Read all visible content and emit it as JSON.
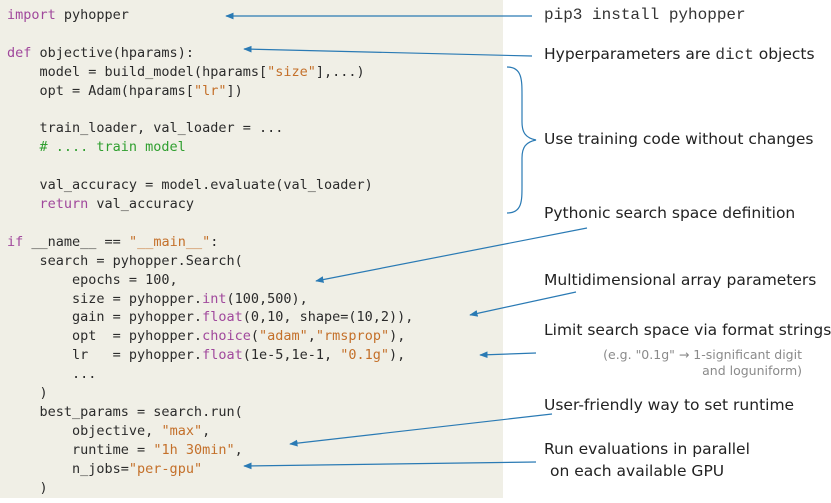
{
  "code_lines": [
    [
      {
        "t": "import",
        "s": "kw"
      },
      {
        "t": " pyhopper",
        "s": "pl"
      }
    ],
    [],
    [
      {
        "t": "def",
        "s": "kw"
      },
      {
        "t": " objective(hparams):",
        "s": "pl"
      }
    ],
    [
      {
        "t": "    model = build_model(hparams[",
        "s": "pl"
      },
      {
        "t": "\"size\"",
        "s": "str"
      },
      {
        "t": "],...)",
        "s": "pl"
      }
    ],
    [
      {
        "t": "    opt = Adam(hparams[",
        "s": "pl"
      },
      {
        "t": "\"lr\"",
        "s": "str"
      },
      {
        "t": "])",
        "s": "pl"
      }
    ],
    [],
    [
      {
        "t": "    train_loader, val_loader = ...",
        "s": "pl"
      }
    ],
    [
      {
        "t": "    # .... train model",
        "s": "cm"
      }
    ],
    [],
    [
      {
        "t": "    val_accuracy = model.evaluate(val_loader)",
        "s": "pl"
      }
    ],
    [
      {
        "t": "    ",
        "s": "pl"
      },
      {
        "t": "return",
        "s": "kw"
      },
      {
        "t": " val_accuracy",
        "s": "pl"
      }
    ],
    [],
    [
      {
        "t": "if",
        "s": "kw"
      },
      {
        "t": " __name__ == ",
        "s": "pl"
      },
      {
        "t": "\"__main__\"",
        "s": "str"
      },
      {
        "t": ":",
        "s": "pl"
      }
    ],
    [
      {
        "t": "    search = pyhopper.Search(",
        "s": "pl"
      }
    ],
    [
      {
        "t": "        epochs = 100,",
        "s": "pl"
      }
    ],
    [
      {
        "t": "        size = pyhopper.",
        "s": "pl"
      },
      {
        "t": "int",
        "s": "kw"
      },
      {
        "t": "(100,500),",
        "s": "pl"
      }
    ],
    [
      {
        "t": "        gain = pyhopper.",
        "s": "pl"
      },
      {
        "t": "float",
        "s": "kw"
      },
      {
        "t": "(0,10, shape=(10,2)),",
        "s": "pl"
      }
    ],
    [
      {
        "t": "        opt  = pyhopper.",
        "s": "pl"
      },
      {
        "t": "choice",
        "s": "kw"
      },
      {
        "t": "(",
        "s": "pl"
      },
      {
        "t": "\"adam\"",
        "s": "str"
      },
      {
        "t": ",",
        "s": "pl"
      },
      {
        "t": "\"rmsprop\"",
        "s": "str"
      },
      {
        "t": "),",
        "s": "pl"
      }
    ],
    [
      {
        "t": "        lr   = pyhopper.",
        "s": "pl"
      },
      {
        "t": "float",
        "s": "kw"
      },
      {
        "t": "(1e-5,1e-1, ",
        "s": "pl"
      },
      {
        "t": "\"0.1g\"",
        "s": "str"
      },
      {
        "t": "),",
        "s": "pl"
      }
    ],
    [
      {
        "t": "        ...",
        "s": "pl"
      }
    ],
    [
      {
        "t": "    )",
        "s": "pl"
      }
    ],
    [
      {
        "t": "    best_params = search.run(",
        "s": "pl"
      }
    ],
    [
      {
        "t": "        objective, ",
        "s": "pl"
      },
      {
        "t": "\"max\"",
        "s": "str"
      },
      {
        "t": ",",
        "s": "pl"
      }
    ],
    [
      {
        "t": "        runtime = ",
        "s": "pl"
      },
      {
        "t": "\"1h 30min\"",
        "s": "str"
      },
      {
        "t": ",",
        "s": "pl"
      }
    ],
    [
      {
        "t": "        n_jobs=",
        "s": "pl"
      },
      {
        "t": "\"per-gpu\"",
        "s": "str"
      }
    ],
    [
      {
        "t": "    )",
        "s": "pl"
      }
    ]
  ],
  "annotations": {
    "install": "pip3 install pyhopper",
    "hyperparams_prefix": "Hyperparameters are ",
    "hyperparams_code": "dict",
    "hyperparams_suffix": " objects",
    "training": "Use training code without changes",
    "pythonic": "Pythonic search space definition",
    "multidim": "Multidimensional array parameters",
    "limit": "Limit search space via format strings",
    "limit_note_1": "(e.g. \"0.1g\" → 1-significant digit",
    "limit_note_2": "and loguniform)",
    "runtime": "User-friendly way to set runtime",
    "parallel_1": "Run evaluations in parallel",
    "parallel_2": "on each available GPU"
  },
  "colors": {
    "code_background": "#f0efe6",
    "keyword": "#a0489c",
    "string": "#c4702a",
    "comment": "#2f9f2f",
    "arrow": "#2a7ab4"
  }
}
